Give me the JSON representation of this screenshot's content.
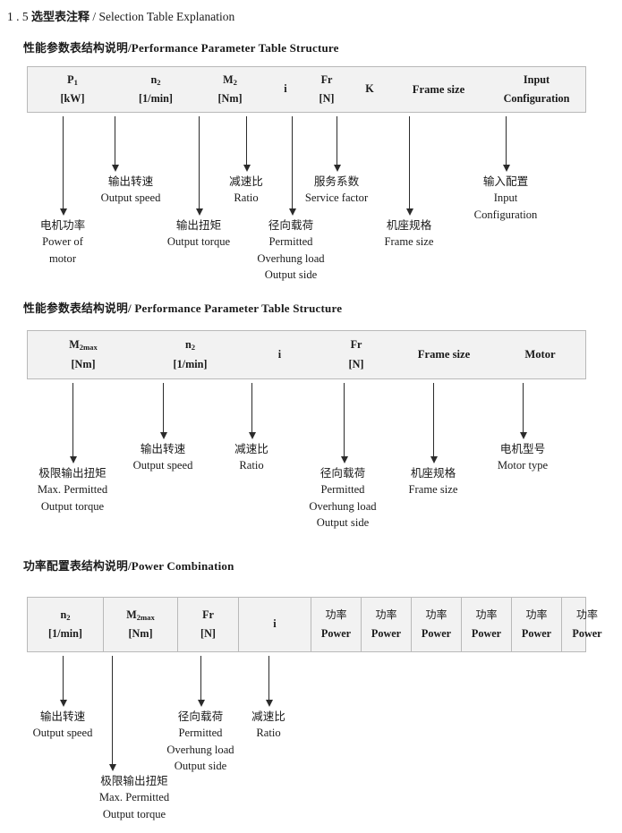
{
  "doc": {
    "section_number": "1 . 5",
    "title_cn": "选型表注释",
    "separator": "/",
    "title_en": "Selection Table Explanation"
  },
  "sections": [
    {
      "heading_cn": "性能参数表结构说明",
      "heading_sep": "/",
      "heading_en": "Performance Parameter Table Structure",
      "table": {
        "columns": [
          {
            "line1": "P1",
            "line2": "[kW]"
          },
          {
            "line1": "n2",
            "line2": "[1/min]"
          },
          {
            "line1": "M2",
            "line2": "[Nm]"
          },
          {
            "line1": "i",
            "line2": ""
          },
          {
            "line1": "Fr",
            "line2": "[N]"
          },
          {
            "line1": "K",
            "line2": ""
          },
          {
            "line1": "Frame size",
            "line2": ""
          },
          {
            "line1": "Input",
            "line2": "Configuration"
          }
        ]
      },
      "annotations": [
        {
          "cn": "电机功率",
          "en": [
            "Power of",
            "motor"
          ]
        },
        {
          "cn": "输出转速",
          "en": [
            "Output speed"
          ]
        },
        {
          "cn": "输出扭矩",
          "en": [
            "Output torque"
          ]
        },
        {
          "cn": "减速比",
          "en": [
            "Ratio"
          ]
        },
        {
          "cn": "径向载荷",
          "en": [
            "Permitted",
            "Overhung load",
            "Output side"
          ]
        },
        {
          "cn": "服务系数",
          "en": [
            "Service factor"
          ]
        },
        {
          "cn": "机座规格",
          "en": [
            "Frame size"
          ]
        },
        {
          "cn": "输入配置",
          "en": [
            "Input",
            "Configuration"
          ]
        }
      ]
    },
    {
      "heading_cn": "性能参数表结构说明",
      "heading_sep": "/",
      "heading_en": "Performance Parameter Table Structure",
      "table": {
        "columns": [
          {
            "line1": "M2max",
            "line2": "[Nm]"
          },
          {
            "line1": "n2",
            "line2": "[1/min]"
          },
          {
            "line1": "i",
            "line2": ""
          },
          {
            "line1": "Fr",
            "line2": "[N]"
          },
          {
            "line1": "Frame size",
            "line2": ""
          },
          {
            "line1": "Motor",
            "line2": ""
          }
        ]
      },
      "annotations": [
        {
          "cn": "极限输出扭矩",
          "en": [
            "Max. Permitted",
            "Output  torque"
          ]
        },
        {
          "cn": "输出转速",
          "en": [
            "Output speed"
          ]
        },
        {
          "cn": "减速比",
          "en": [
            "Ratio"
          ]
        },
        {
          "cn": "径向载荷",
          "en": [
            "Permitted",
            "Overhung load",
            "Output side"
          ]
        },
        {
          "cn": "机座规格",
          "en": [
            "Frame size"
          ]
        },
        {
          "cn": "电机型号",
          "en": [
            "Motor type"
          ]
        }
      ]
    },
    {
      "heading_cn": "功率配置表结构说明",
      "heading_sep": "/",
      "heading_en": "Power Combination",
      "table": {
        "columns": [
          {
            "line1": "n2",
            "line2": "[1/min]"
          },
          {
            "line1": "M2max",
            "line2": "[Nm]"
          },
          {
            "line1": "Fr",
            "line2": "[N]"
          },
          {
            "line1": "i",
            "line2": ""
          },
          {
            "line1": "功率",
            "line2": "Power"
          },
          {
            "line1": "功率",
            "line2": "Power"
          },
          {
            "line1": "功率",
            "line2": "Power"
          },
          {
            "line1": "功率",
            "line2": "Power"
          },
          {
            "line1": "功率",
            "line2": "Power"
          },
          {
            "line1": "功率",
            "line2": "Power"
          }
        ]
      },
      "annotations": [
        {
          "cn": "输出转速",
          "en": [
            "Output speed"
          ]
        },
        {
          "cn": "极限输出扭矩",
          "en": [
            "Max. Permitted",
            "Output  torque"
          ]
        },
        {
          "cn": "径向载荷",
          "en": [
            "Permitted",
            "Overhung load",
            "Output side"
          ]
        },
        {
          "cn": "减速比",
          "en": [
            "Ratio"
          ]
        }
      ]
    }
  ]
}
